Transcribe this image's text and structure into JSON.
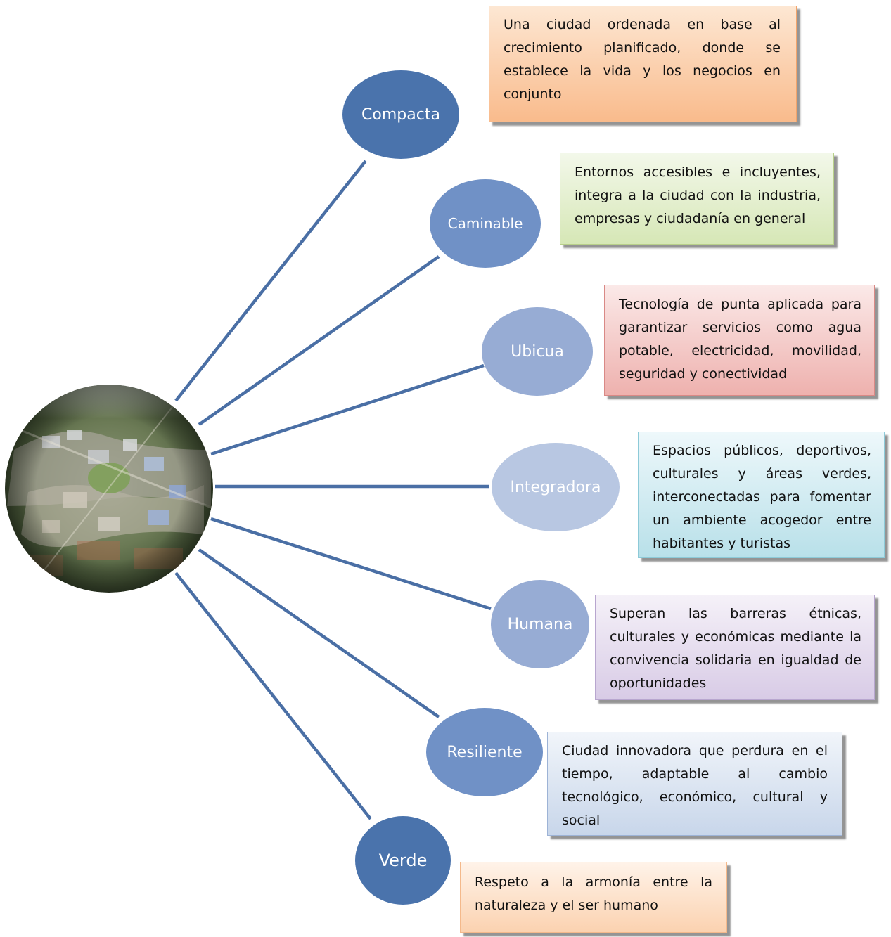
{
  "diagram": {
    "center_image": "aerial-city-view",
    "line_color": "#4a6fa5",
    "nodes": [
      {
        "label": "Compacta",
        "color": "#4a73ac"
      },
      {
        "label": "Caminable",
        "color": "#7091c6"
      },
      {
        "label": "Ubicua",
        "color": "#97acd4"
      },
      {
        "label": "Integradora",
        "color": "#b8c7e2"
      },
      {
        "label": "Humana",
        "color": "#97acd4"
      },
      {
        "label": "Resiliente",
        "color": "#7091c6"
      },
      {
        "label": "Verde",
        "color": "#4a73ac"
      }
    ],
    "descriptions": [
      {
        "text": "Una ciudad ordenada en base al crecimiento planificado, donde se establece la vida y los negocios en conjunto"
      },
      {
        "text": "Entornos accesibles e incluyentes, integra a la ciudad con la industria, empresas y ciudadanía en general"
      },
      {
        "text": "Tecnología de punta aplicada para garantizar servicios como agua potable, electricidad, movilidad, seguridad y conectividad"
      },
      {
        "text": "Espacios públicos, deportivos, culturales y áreas verdes, interconectadas para fomentar un ambiente acogedor entre habitantes y turistas"
      },
      {
        "text": "Superan las barreras étnicas, culturales y económicas mediante la convivencia solidaria en igualdad de oportunidades"
      },
      {
        "text": "Ciudad innovadora que perdura en el tiempo, adaptable al cambio tecnológico, económico, cultural y social"
      },
      {
        "text": "Respeto a la armonía entre la naturaleza y el ser humano"
      }
    ]
  }
}
